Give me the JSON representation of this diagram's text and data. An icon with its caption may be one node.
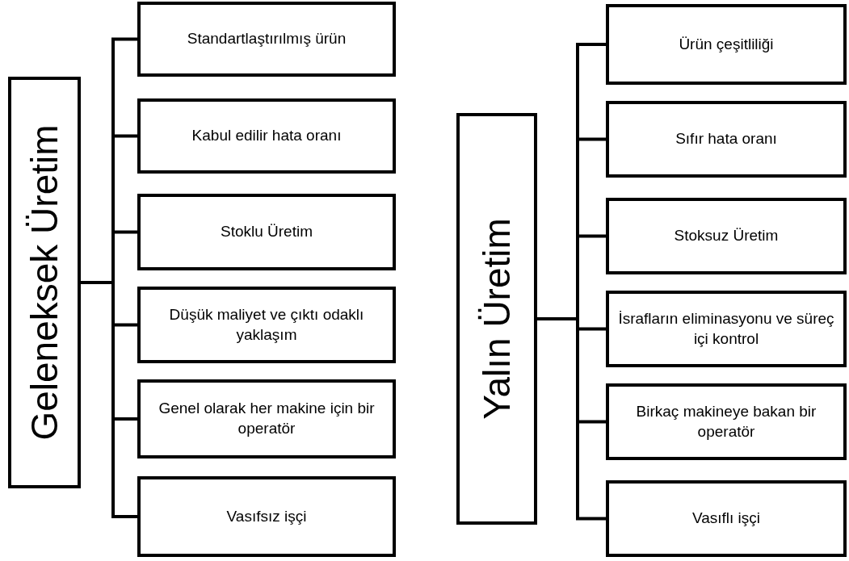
{
  "diagram": {
    "nodes": [
      {
        "text": [
          "Geleneksek Üretim"
        ]
      },
      {
        "text": [
          "Standartlaştırılmış ürün"
        ]
      },
      {
        "text": [
          "Kabul edilir hata oranı"
        ]
      },
      {
        "text": [
          "Stoklu Üretim"
        ]
      },
      {
        "text": [
          "Düşük maliyet ve çıktı odaklı yaklaşım"
        ]
      },
      {
        "text": [
          "Genel olarak her makine için bir operatör"
        ]
      },
      {
        "text": [
          "Vasıfsız işçi"
        ]
      },
      {
        "text": [
          "Yalın Üretim"
        ]
      },
      {
        "text": [
          "Ürün çeşitliliği"
        ]
      },
      {
        "text": [
          "Sıfır hata oranı"
        ]
      },
      {
        "text": [
          "Stoksuz Üretim"
        ]
      },
      {
        "text": [
          "İsrafların eliminasyonu ve süreç içi kontrol"
        ]
      },
      {
        "text": [
          "Birkaç makineye bakan bir operatör"
        ]
      },
      {
        "text": [
          "Vasıflı işçi"
        ]
      }
    ],
    "edges": [
      {
        "from": 0,
        "to": 1,
        "arrow": "none"
      },
      {
        "from": 0,
        "to": 2,
        "arrow": "none"
      },
      {
        "from": 0,
        "to": 3,
        "arrow": "none"
      },
      {
        "from": 0,
        "to": 4,
        "arrow": "none"
      },
      {
        "from": 0,
        "to": 5,
        "arrow": "none"
      },
      {
        "from": 0,
        "to": 6,
        "arrow": "none"
      },
      {
        "from": 7,
        "to": 8,
        "arrow": "none"
      },
      {
        "from": 7,
        "to": 9,
        "arrow": "none"
      },
      {
        "from": 7,
        "to": 10,
        "arrow": "none"
      },
      {
        "from": 7,
        "to": 11,
        "arrow": "none"
      },
      {
        "from": 7,
        "to": 12,
        "arrow": "none"
      },
      {
        "from": 7,
        "to": 13,
        "arrow": "none"
      }
    ]
  }
}
